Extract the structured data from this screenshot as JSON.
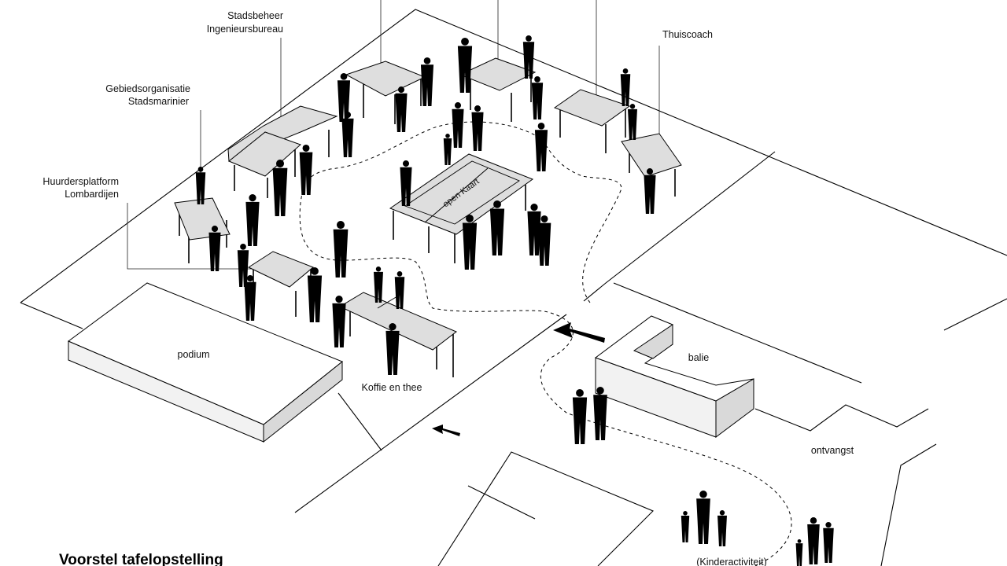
{
  "title": "Voorstel tafelopstelling",
  "labels": {
    "stadsbeheer_1": "Stadsbeheer",
    "stadsbeheer_2": "Ingenieursbureau",
    "gebied_1": "Gebiedsorganisatie",
    "gebied_2": "Stadsmarinier",
    "huurders_1": "Huurdersplatform",
    "huurders_2": "Lombardijen",
    "thuiscoach": "Thuiscoach",
    "open_kaart": "open Kaart",
    "podium": "podium",
    "koffie": "Koffie en thee",
    "balie": "balie",
    "ontvangst": "ontvangst",
    "kinder": "(Kinderactiviteit)"
  },
  "colors": {
    "table_top": "#dedede",
    "silhouette": "#000000",
    "lines": "#000000",
    "background": "#ffffff"
  }
}
